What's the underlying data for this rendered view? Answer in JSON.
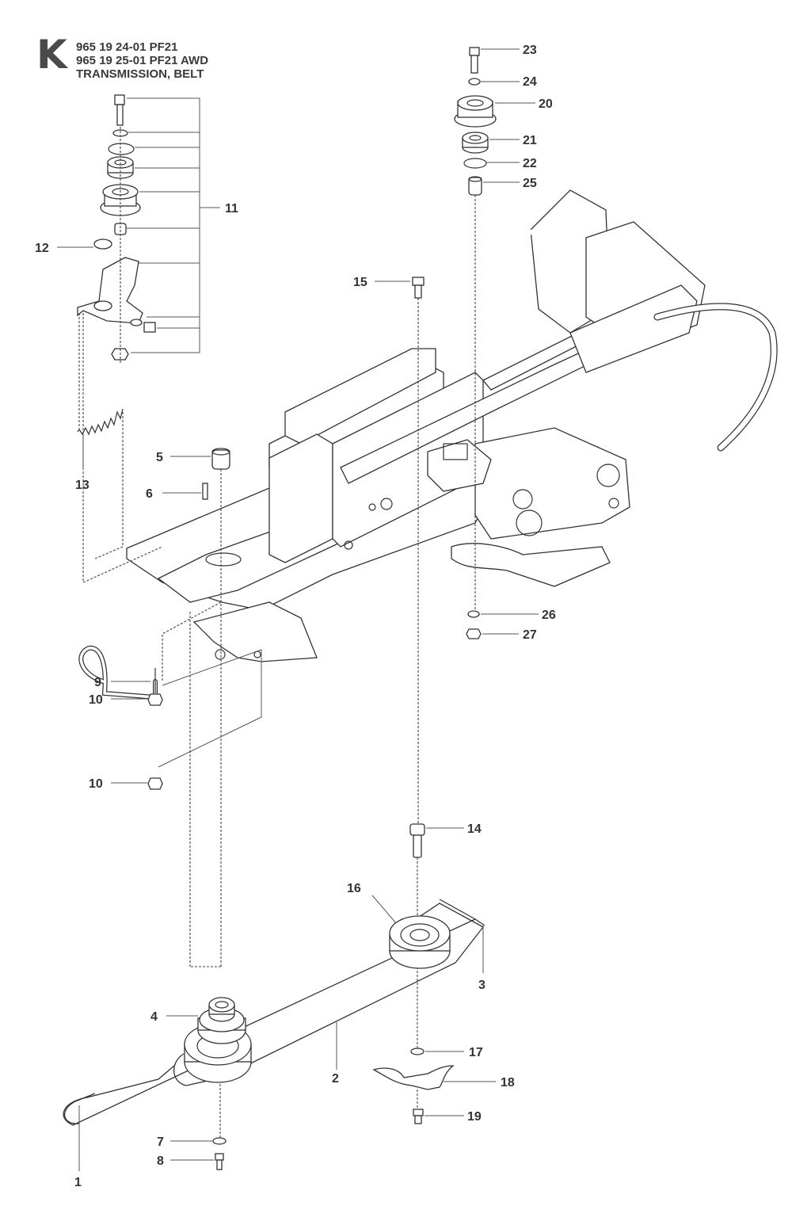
{
  "header": {
    "section_letter": "K",
    "line1": "965 19 24-01 PF21",
    "line2": "965 19 25-01 PF21 AWD",
    "line3": "TRANSMISSION, BELT"
  },
  "callouts": [
    {
      "id": "c23",
      "text": "23"
    },
    {
      "id": "c24",
      "text": "24"
    },
    {
      "id": "c20",
      "text": "20"
    },
    {
      "id": "c21",
      "text": "21"
    },
    {
      "id": "c22",
      "text": "22"
    },
    {
      "id": "c25",
      "text": "25"
    },
    {
      "id": "c11",
      "text": "11"
    },
    {
      "id": "c12",
      "text": "12"
    },
    {
      "id": "c15",
      "text": "15"
    },
    {
      "id": "c13",
      "text": "13"
    },
    {
      "id": "c5",
      "text": "5"
    },
    {
      "id": "c6",
      "text": "6"
    },
    {
      "id": "c26",
      "text": "26"
    },
    {
      "id": "c27",
      "text": "27"
    },
    {
      "id": "c9",
      "text": "9"
    },
    {
      "id": "c10a",
      "text": "10"
    },
    {
      "id": "c10b",
      "text": "10"
    },
    {
      "id": "c14",
      "text": "14"
    },
    {
      "id": "c16",
      "text": "16"
    },
    {
      "id": "c3",
      "text": "3"
    },
    {
      "id": "c4",
      "text": "4"
    },
    {
      "id": "c2",
      "text": "2"
    },
    {
      "id": "c17",
      "text": "17"
    },
    {
      "id": "c18",
      "text": "18"
    },
    {
      "id": "c19",
      "text": "19"
    },
    {
      "id": "c7",
      "text": "7"
    },
    {
      "id": "c8",
      "text": "8"
    },
    {
      "id": "c1",
      "text": "1"
    }
  ]
}
